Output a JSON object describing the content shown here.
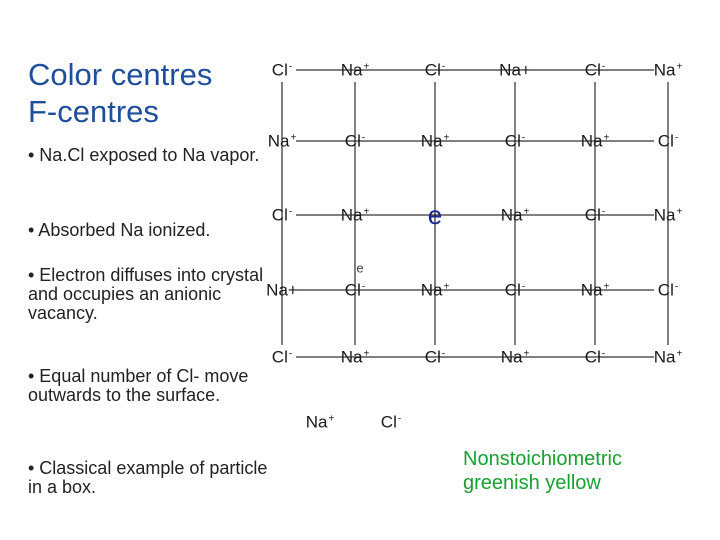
{
  "title": {
    "line1": "Color centres",
    "line2": "F-centres"
  },
  "bullets": [
    "• Na.Cl exposed to Na vapor.",
    "• Absorbed Na ionized.",
    "• Electron diffuses into crystal and occupies an anionic vacancy.",
    "• Equal number of Cl- move outwards to the surface.",
    "• Classical example of particle in a box."
  ],
  "lattice": {
    "rows": [
      [
        {
          "el": "Cl",
          "sup": "-"
        },
        {
          "el": "Na",
          "sup": "+"
        },
        {
          "el": "Cl",
          "sup": "-"
        },
        {
          "el": "Na+",
          "sup": ""
        },
        {
          "el": "Cl",
          "sup": "-"
        },
        {
          "el": "Na",
          "sup": "+"
        }
      ],
      [
        {
          "el": "Na",
          "sup": "+"
        },
        {
          "el": "Cl",
          "sup": "-"
        },
        {
          "el": "Na",
          "sup": "+"
        },
        {
          "el": "Cl",
          "sup": "-"
        },
        {
          "el": "Na",
          "sup": "+"
        },
        {
          "el": "Cl",
          "sup": "-"
        }
      ],
      [
        {
          "el": "Cl",
          "sup": "-"
        },
        {
          "el": "Na",
          "sup": "+"
        },
        {
          "el": "e",
          "sup": "",
          "electron": true
        },
        {
          "el": "Na",
          "sup": "+"
        },
        {
          "el": "Cl",
          "sup": "-"
        },
        {
          "el": "Na",
          "sup": "+"
        }
      ],
      [
        {
          "el": "Na+",
          "sup": ""
        },
        {
          "el": "Cl",
          "sup": "-"
        },
        {
          "el": "Na",
          "sup": "+"
        },
        {
          "el": "Cl",
          "sup": "-"
        },
        {
          "el": "Na",
          "sup": "+"
        },
        {
          "el": "Cl",
          "sup": "-"
        }
      ],
      [
        {
          "el": "Cl",
          "sup": "-"
        },
        {
          "el": "Na",
          "sup": "+"
        },
        {
          "el": "Cl",
          "sup": "-"
        },
        {
          "el": "Na",
          "sup": "+"
        },
        {
          "el": "Cl",
          "sup": "-"
        },
        {
          "el": "Na",
          "sup": "+"
        }
      ]
    ],
    "ghost_label": "e",
    "surface_ions": [
      {
        "el": "Na",
        "sup": "+"
      },
      {
        "el": "Cl",
        "sup": "-"
      }
    ],
    "line_color": "#000000",
    "electron_color": "#1a2a8c"
  },
  "note": {
    "line1": "Nonstoichiometric",
    "line2": "greenish yellow",
    "color": "#18a030"
  }
}
